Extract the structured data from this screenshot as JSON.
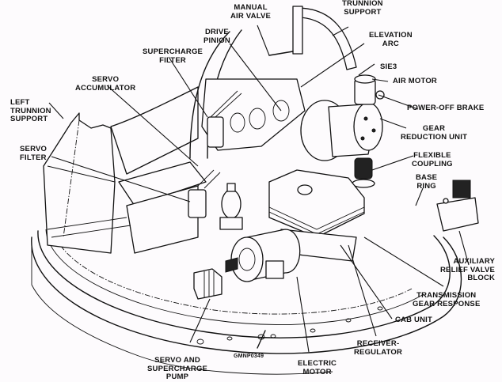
{
  "diagram": {
    "figure_code": "GMNP0349",
    "labels": {
      "manual_air_valve": "MANUAL\nAIR VALVE",
      "trunnion_support": "TRUNNION\nSUPPORT",
      "drive_pinion": "DRIVE\nPINION",
      "elevation_arc": "ELEVATION\nARC",
      "supercharge_filter": "SUPERCHARGE\nFILTER",
      "sie3": "SIE3",
      "air_motor": "AIR MOTOR",
      "servo_accumulator": "SERVO\nACCUMULATOR",
      "power_off_brake": "POWER-OFF BRAKE",
      "left_trunnion_support": "LEFT\nTRUNNION\nSUPPORT",
      "gear_reduction_unit": "GEAR\nREDUCTION UNIT",
      "servo_filter": "SERVO\nFILTER",
      "flexible_coupling": "FLEXIBLE\nCOUPLING",
      "base_ring": "BASE\nRING",
      "auxiliary_relief_valve_block": "AUXILIARY\nRELIEF VALVE\nBLOCK",
      "transmission_gear_response": "TRANSMISSION\nGEAR RESPONSE",
      "cab_unit": "CAB UNIT",
      "receiver_regulator": "RECEIVER-\nREGULATOR",
      "electric_motor": "ELECTRIC\nMOTOR",
      "servo_and_supercharge_pump": "SERVO AND\nSUPERCHARGE\nPUMP"
    }
  }
}
